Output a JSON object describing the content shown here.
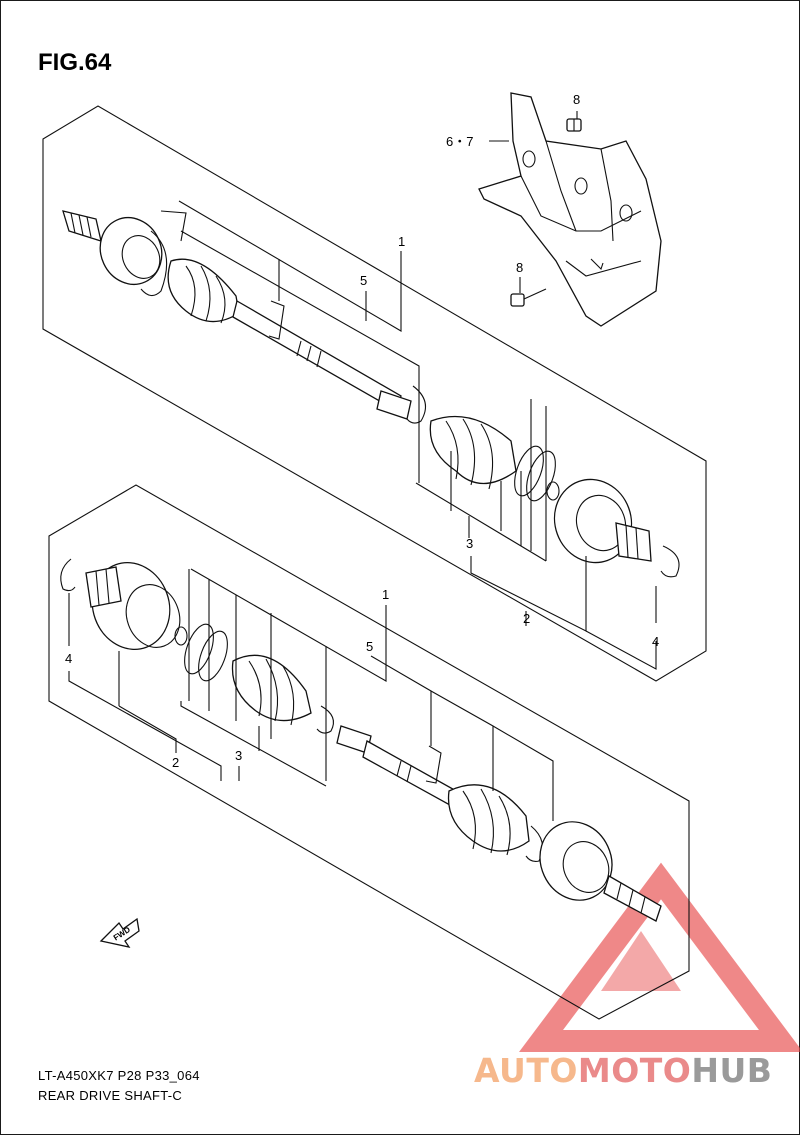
{
  "figure": {
    "title": "FIG.64",
    "model_code": "LT-A450XK7 P28 P33_064",
    "caption": "REAR DRIVE SHAFT-C"
  },
  "callouts": {
    "bracket_ref": "6・7",
    "bolt_top": "8",
    "bolt_bottom": "8",
    "upper_assembly": "1",
    "upper_boot_kit": "5",
    "upper_joint_kit": "3",
    "upper_joint": "2",
    "upper_circlip": "4",
    "lower_assembly": "1",
    "lower_boot_kit": "5",
    "lower_circlip": "4",
    "lower_joint": "2",
    "lower_joint_kit": "3"
  },
  "direction_marker": "FWD",
  "watermark": {
    "part1": "AUTO",
    "part2": "MOTO",
    "part3": "HUB"
  },
  "colors": {
    "watermark_red": "#e64545",
    "watermark_orange": "#f6b88c",
    "watermark_gray": "#9a9a9a",
    "line": "#111111"
  }
}
